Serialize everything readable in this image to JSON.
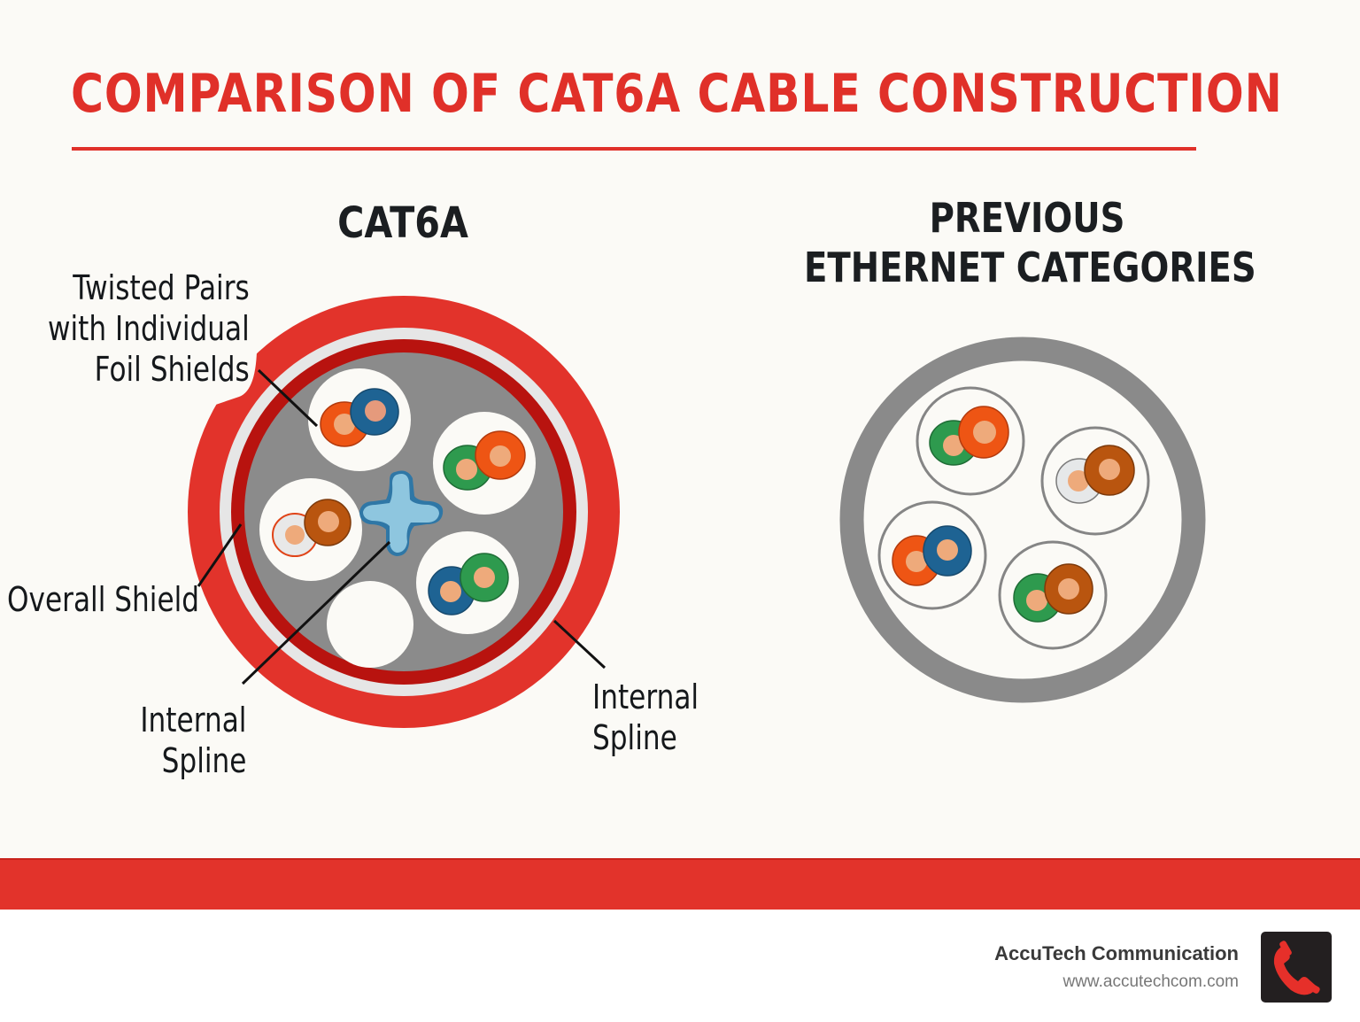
{
  "header": {
    "title": "COMPARISON OF CAT6A CABLE CONSTRUCTION"
  },
  "left_panel": {
    "heading": "CAT6A",
    "labels": {
      "twisted_pairs": "Twisted Pairs\nwith Individual\nFoil Shields",
      "twisted_pairs_lines": [
        "Twisted Pairs",
        "with Individual",
        "Foil Shields"
      ],
      "overall_shield": "Overall Shield",
      "internal_spline_left_lines": [
        "Internal",
        "Spline"
      ],
      "internal_spline_right_lines": [
        "Internal",
        "Spline"
      ]
    },
    "pairs": [
      {
        "position": "top",
        "colors": [
          "orange",
          "blue"
        ]
      },
      {
        "position": "right-top",
        "colors": [
          "green",
          "orange"
        ]
      },
      {
        "position": "left",
        "colors": [
          "white-orange",
          "brown"
        ]
      },
      {
        "position": "right-bottom",
        "colors": [
          "blue",
          "green"
        ]
      },
      {
        "position": "bottom",
        "colors": [
          "empty"
        ]
      }
    ]
  },
  "right_panel": {
    "heading_lines": [
      "PREVIOUS",
      "ETHERNET CATEGORIES"
    ],
    "pairs": [
      {
        "position": "top-left",
        "colors": [
          "green",
          "orange"
        ]
      },
      {
        "position": "right",
        "colors": [
          "white",
          "brown"
        ]
      },
      {
        "position": "bottom-left",
        "colors": [
          "orange",
          "blue"
        ]
      },
      {
        "position": "bottom-right",
        "colors": [
          "green",
          "brown"
        ]
      }
    ]
  },
  "footer": {
    "company": "AccuTech Communication",
    "website": "www.accutechcom.com",
    "icon": "phone-icon"
  },
  "colors": {
    "accent_red": "#e03029",
    "dark_red": "#b8130f",
    "jacket_gray": "#8a8a8a",
    "spline_blue": "#8ec6df",
    "conductor_core": "#eeaa7b",
    "orange": "#ee5514",
    "blue": "#1e6393",
    "green": "#2e9a4e",
    "brown": "#b9550f",
    "text_dark": "#15181b"
  }
}
